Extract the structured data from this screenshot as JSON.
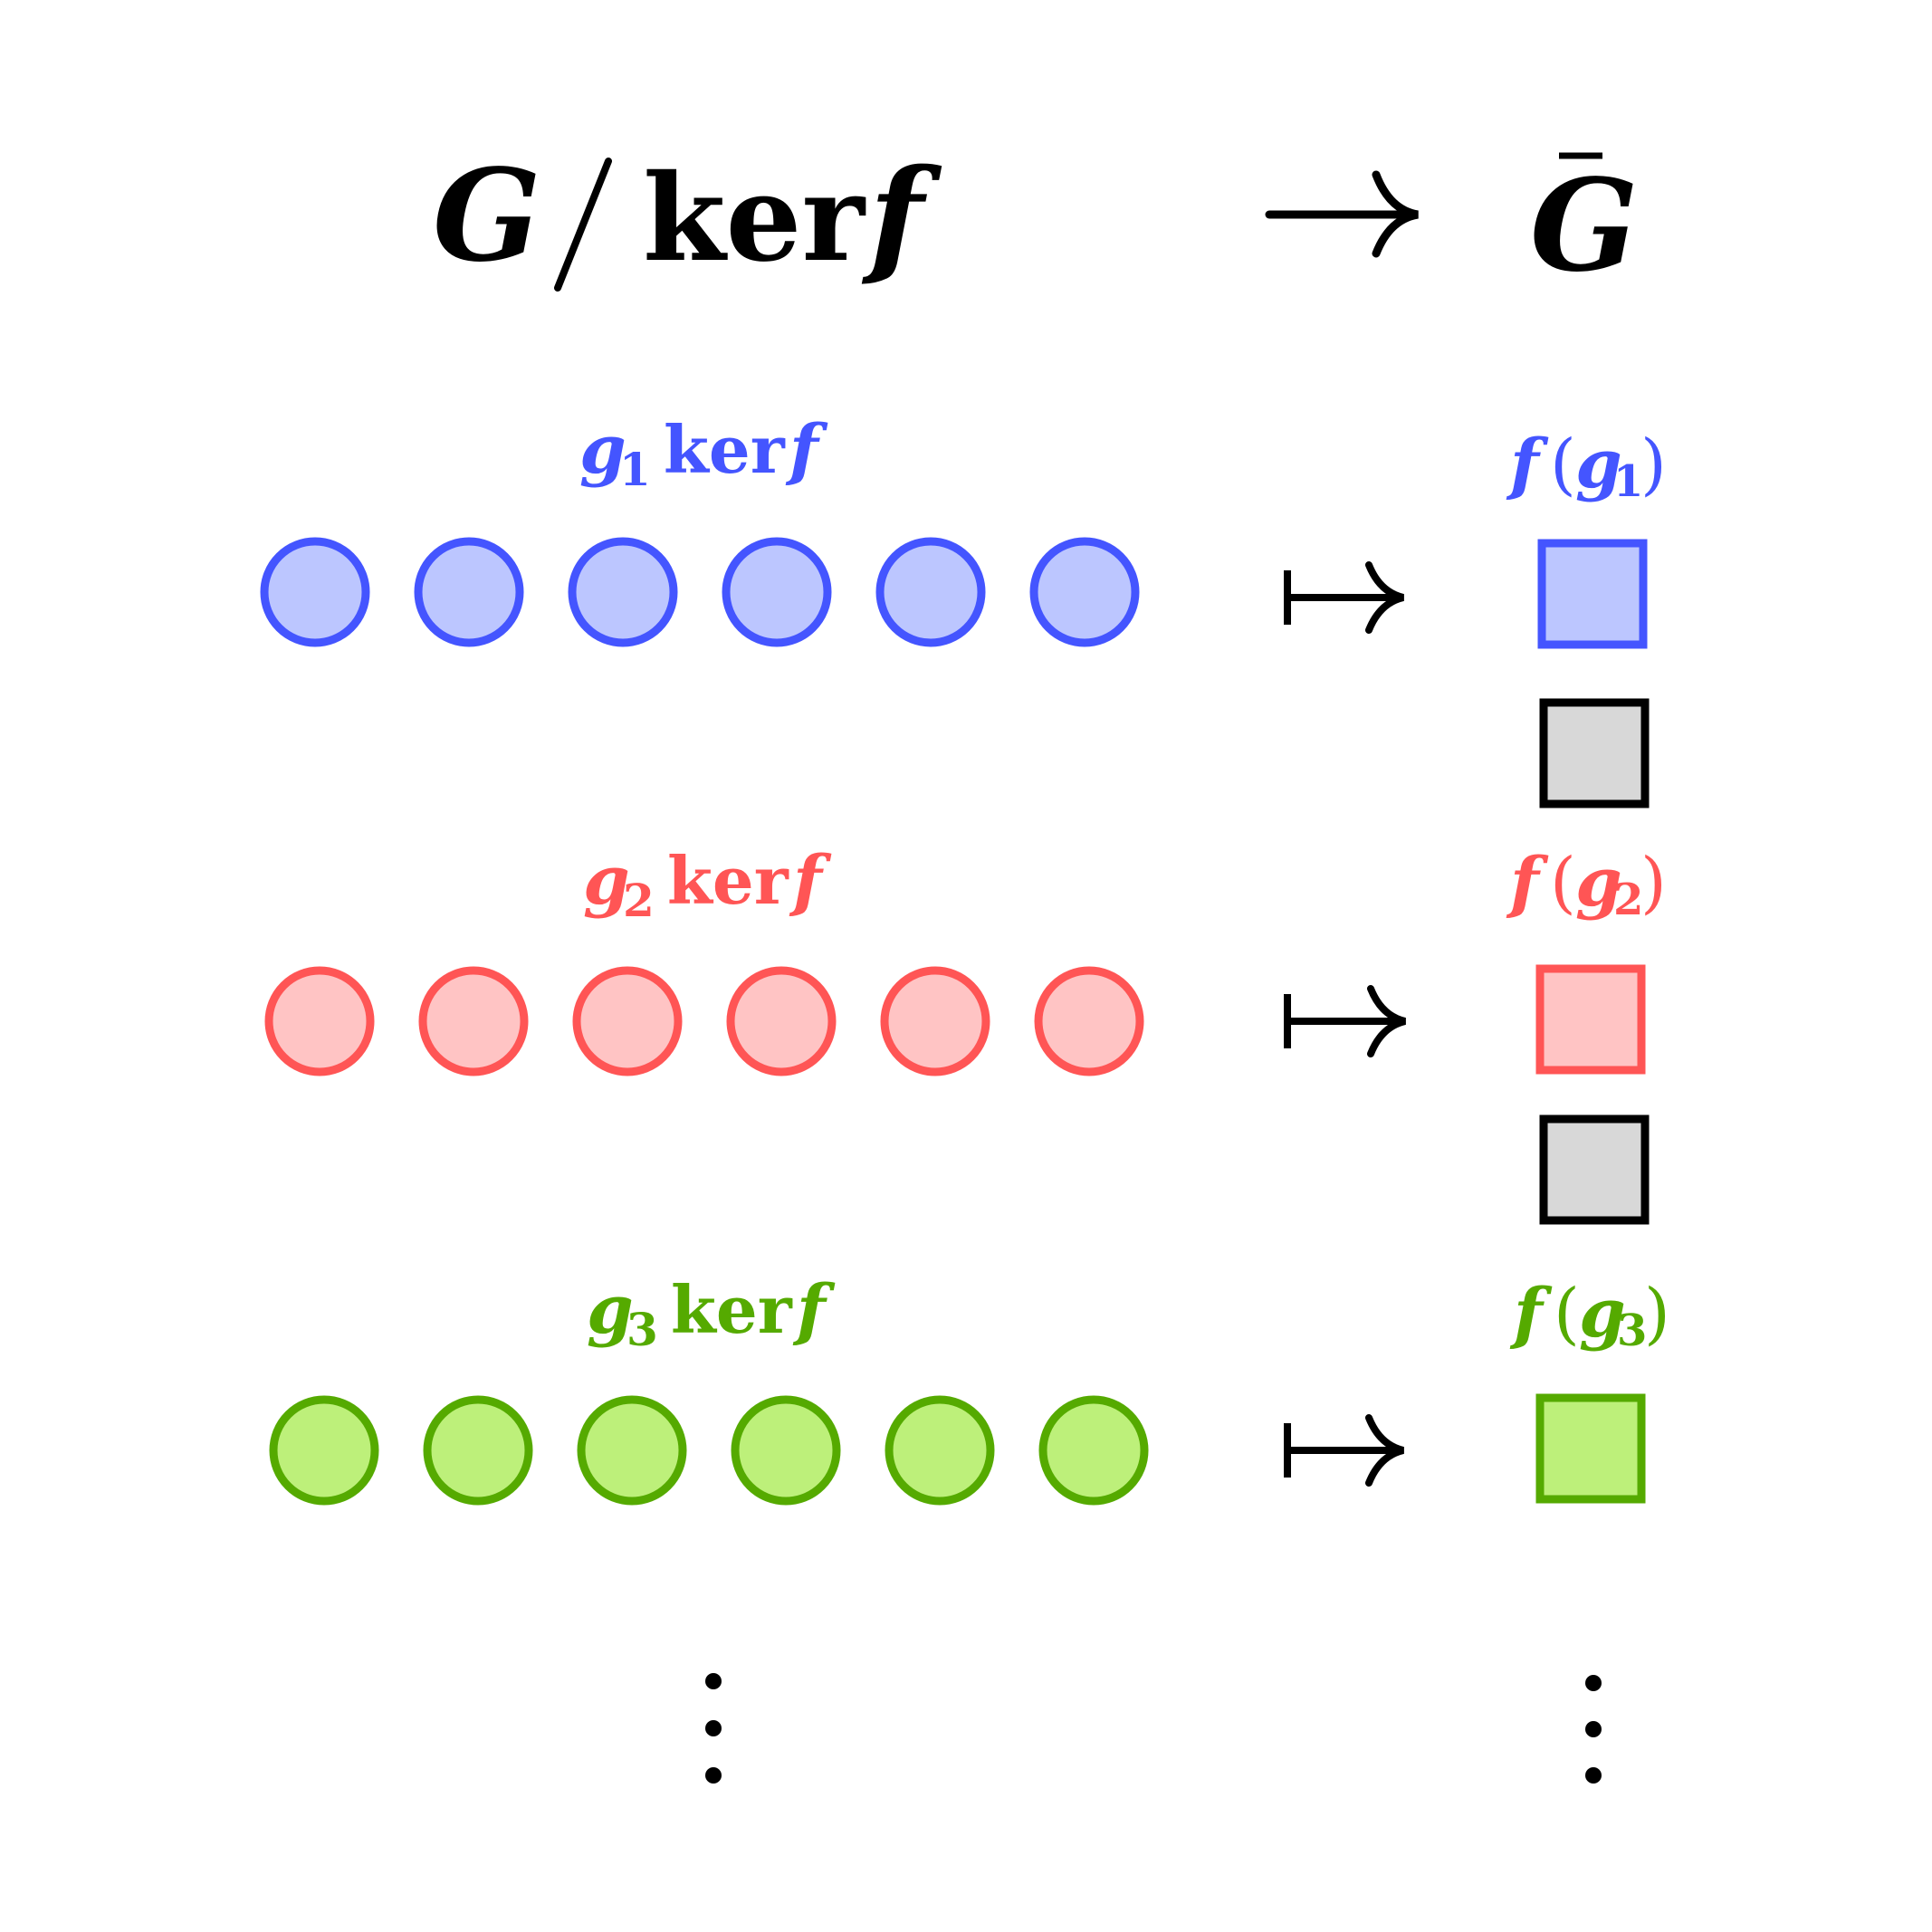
{
  "header": {
    "left": {
      "group_symbol": "G",
      "slash": "/",
      "ker": "ker",
      "f": "f"
    },
    "arrow": "→",
    "right": {
      "symbol": "G",
      "bar": "¯"
    }
  },
  "colors": {
    "blue_stroke": "#4455ff",
    "blue_fill": "#bcc6ff",
    "red_stroke": "#ff5555",
    "red_fill": "#ffc4c4",
    "green_stroke": "#55aa00",
    "green_fill": "#bdf07a",
    "gray_fill": "#d8d8d8",
    "black": "#000000"
  },
  "rows": [
    {
      "coset_label": {
        "g": "g",
        "sub": "1",
        "ker": "ker",
        "f": "f"
      },
      "image_label": {
        "f": "f",
        "open": "(",
        "g": "g",
        "sub": "1",
        "close": ")"
      },
      "circle_count": 6,
      "maps_to": "↦",
      "color_key": "blue"
    },
    {
      "coset_label": {
        "g": "g",
        "sub": "2",
        "ker": "ker",
        "f": "f"
      },
      "image_label": {
        "f": "f",
        "open": "(",
        "g": "g",
        "sub": "2",
        "close": ")"
      },
      "circle_count": 6,
      "maps_to": "↦",
      "color_key": "red"
    },
    {
      "coset_label": {
        "g": "g",
        "sub": "3",
        "ker": "ker",
        "f": "f"
      },
      "image_label": {
        "f": "f",
        "open": "(",
        "g": "g",
        "sub": "3",
        "close": ")"
      },
      "circle_count": 6,
      "maps_to": "↦",
      "color_key": "green"
    }
  ],
  "unlabeled_elements_count": 2
}
